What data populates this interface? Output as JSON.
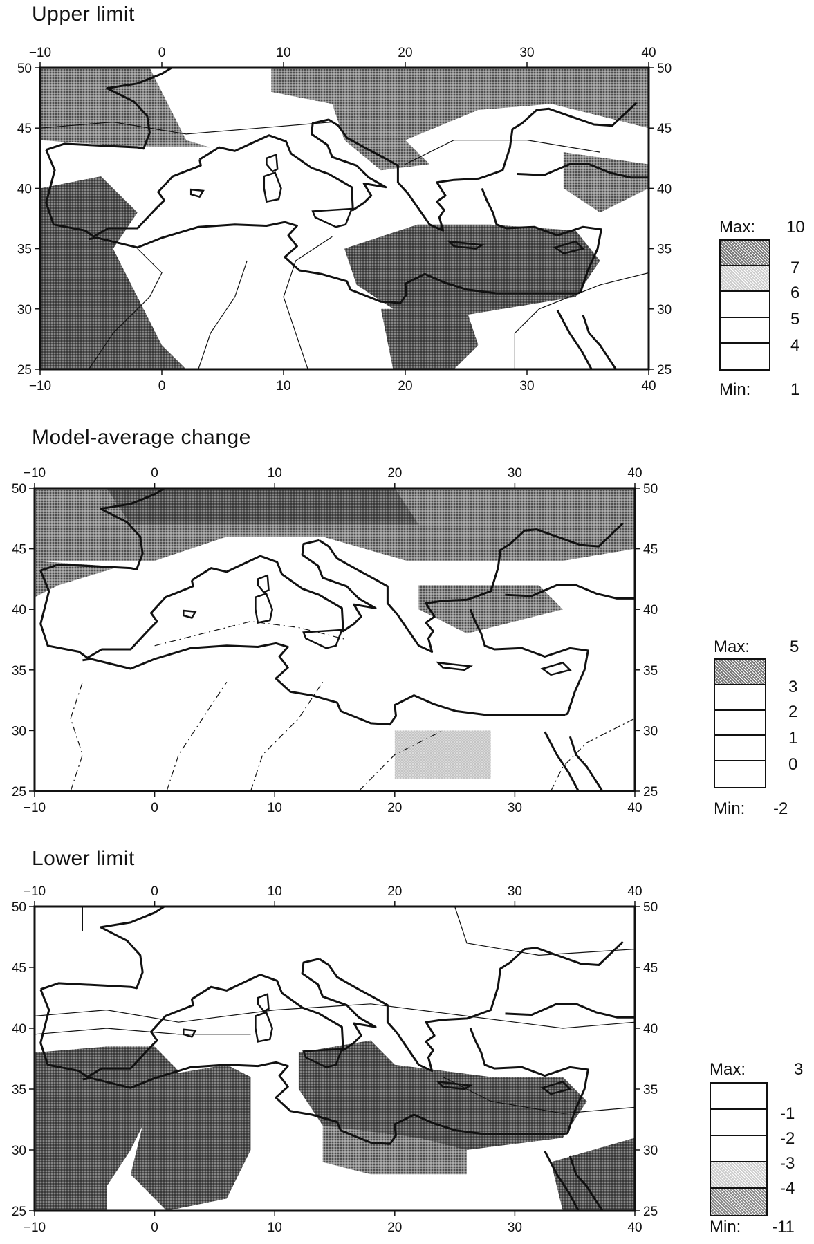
{
  "panels": [
    {
      "title": "Upper limit",
      "legend": {
        "max_label": "Max:",
        "max_value": "10",
        "levels": [
          "7",
          "6",
          "5",
          "4"
        ],
        "min_label": "Min:",
        "min_value": "1"
      }
    },
    {
      "title": "Model-average change",
      "legend": {
        "max_label": "Max:",
        "max_value": "5",
        "levels": [
          "3",
          "2",
          "1",
          "0"
        ],
        "min_label": "Min:",
        "min_value": "-2"
      }
    },
    {
      "title": "Lower limit",
      "legend": {
        "max_label": "Max:",
        "max_value": "3",
        "levels": [
          "-1",
          "-2",
          "-3",
          "-4"
        ],
        "min_label": "Min:",
        "min_value": "-11"
      }
    }
  ],
  "axes": {
    "x_ticks": [
      "-10",
      "0",
      "10",
      "20",
      "30",
      "40"
    ],
    "y_ticks": [
      "50",
      "45",
      "40",
      "35",
      "30",
      "25"
    ],
    "lon_range": [
      -10,
      40
    ],
    "lat_range": [
      25,
      50
    ]
  },
  "colors": {
    "ink": "#111111",
    "shade_dark": "#555555",
    "shade_mid": "#8a8a8a",
    "shade_light": "#c4c4c4",
    "paper": "#ffffff"
  }
}
